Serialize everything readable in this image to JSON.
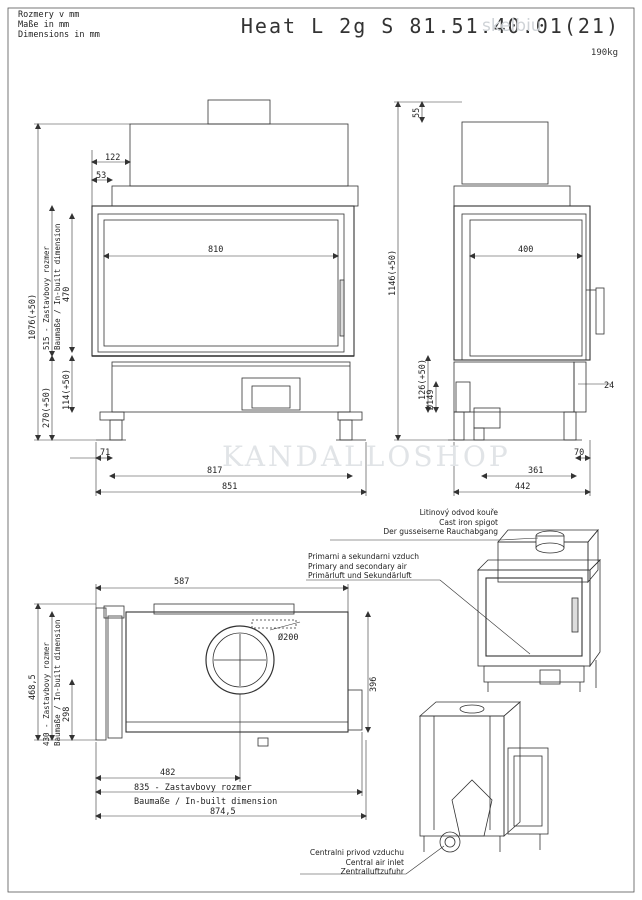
{
  "header": {
    "units": [
      "Rozmery v mm",
      "Maße in mm",
      "Dimensions in mm"
    ],
    "model": "Heat L 2g S 81.51.40.01(21)",
    "weight": "190kg"
  },
  "watermarks": {
    "top": "skelbiu",
    "center": "KANDALLOSHOP"
  },
  "front_view": {
    "dim_122": "122",
    "dim_53": "53",
    "dim_1076": "1076(+50)",
    "dim_515": "515 - Zastavbovy rozmer",
    "dim_515b": "Baumaße / In-built dimension",
    "dim_470": "470",
    "dim_810": "810",
    "dim_114": "114(+50)",
    "dim_270": "270(+50)",
    "dim_71": "71",
    "dim_817": "817",
    "dim_851": "851"
  },
  "side_view": {
    "dim_55": "55",
    "dim_1146": "1146(+50)",
    "dim_400": "400",
    "dim_126": "126(+50)",
    "dim_149": "Ø149",
    "dim_24": "24",
    "dim_70": "70",
    "dim_361": "361",
    "dim_442": "442"
  },
  "top_view": {
    "dim_587": "587",
    "dim_468": "468,5",
    "dim_430": "430 - Zastavbovy rozmer",
    "dim_430b": "Baumaße / In-built dimension",
    "dim_298": "298",
    "dim_200": "Ø200",
    "dim_396": "396",
    "dim_482": "482",
    "dim_835": "835 - Zastavbovy rozmer",
    "dim_835b": "Baumaße / In-built dimension",
    "dim_874": "874,5"
  },
  "callouts": {
    "spigot": [
      "Litinový odvod kouře",
      "Cast iron spigot",
      "Der gusseiserne Rauchabgang"
    ],
    "air": [
      "Primarni a sekundarni vzduch",
      "Primary and secondary air",
      "Primärluft und Sekundärluft"
    ],
    "central": [
      "Centralni privod vzduchu",
      "Central air inlet",
      "Zentralluftzufuhr"
    ]
  }
}
